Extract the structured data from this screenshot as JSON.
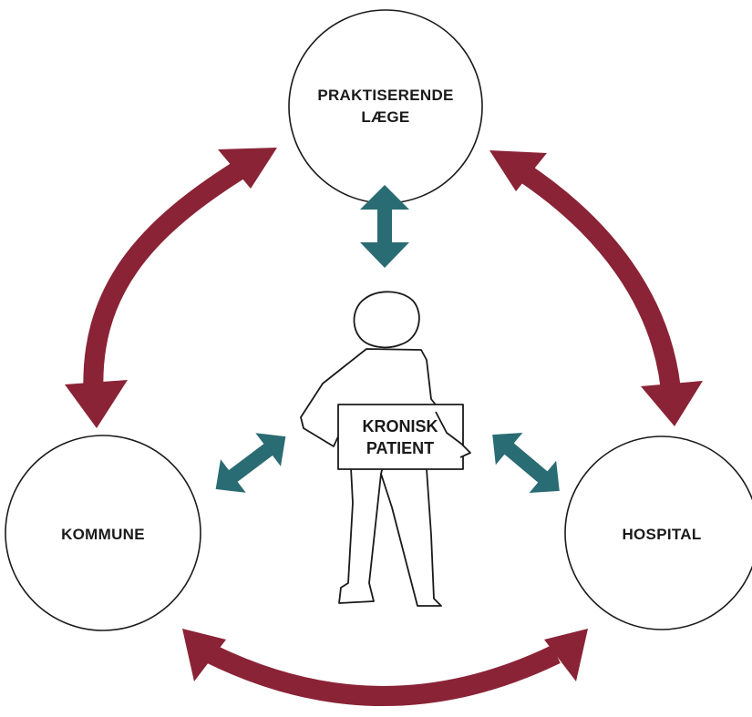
{
  "nodes": {
    "gp": {
      "line1": "PRAKTISERENDE",
      "line2": "LÆGE"
    },
    "municipality": {
      "label": "KOMMUNE"
    },
    "hospital": {
      "label": "HOSPITAL"
    }
  },
  "patient": {
    "line1": "KRONISK",
    "line2": "PATIENT"
  },
  "colors": {
    "outer_arrows": "#8a2336",
    "inner_arrows": "#2a6c73",
    "outline": "#1a1a1a",
    "background": "#ffffff"
  }
}
